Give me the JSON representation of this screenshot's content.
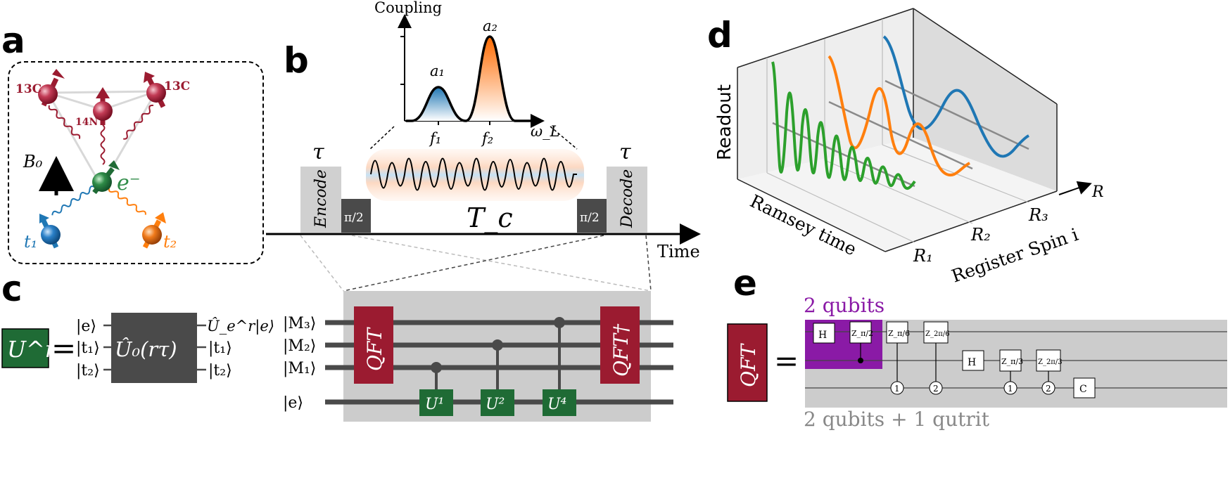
{
  "panels": {
    "a": "a",
    "b": "b",
    "c": "c",
    "d": "d",
    "e": "e"
  },
  "panel_a": {
    "c13_left": "13C",
    "c13_right": "13C",
    "n14": "14N",
    "b0": "B₀",
    "electron": "e⁻",
    "t1": "t₁",
    "t2": "t₂"
  },
  "panel_b": {
    "inset": {
      "ylabel": "Coupling",
      "peak_a1": "a₁",
      "peak_a2": "a₂",
      "tick_f1": "f₁",
      "tick_f2": "f₂",
      "xlabel": "ω_L"
    },
    "tau_left": "τ",
    "tau_right": "τ",
    "encode": "Encode",
    "decode": "Decode",
    "pi_half_left": "π/2",
    "pi_half_right": "π/2",
    "tc": "T_c",
    "time": "Time",
    "circuit": {
      "qubits": [
        "|M₃⟩",
        "|M₂⟩",
        "|M₁⟩",
        "|e⟩"
      ],
      "qft": "QFT",
      "qft_dagger": "QFT†",
      "gates": [
        "U¹",
        "U²",
        "U⁴"
      ]
    }
  },
  "panel_c": {
    "ur": "U^r",
    "equals": "=",
    "inputs": [
      "|e⟩",
      "|t₁⟩",
      "|t₂⟩"
    ],
    "box": "Û₀(rτ)",
    "outputs": [
      "Û_e^r|e⟩",
      "|t₁⟩",
      "|t₂⟩"
    ]
  },
  "panel_d": {
    "zlabel": "Readout",
    "xlabel": "Ramsey time",
    "ylabel": "Register Spin i",
    "axis_r": "R",
    "registers": [
      "R₁",
      "R₂",
      "R₃"
    ],
    "colors": {
      "r1": "#2ca02c",
      "r2": "#ff7f0e",
      "r3": "#1f77b4"
    }
  },
  "panel_e": {
    "qft": "QFT",
    "equals": "=",
    "qubits_label": "2 qubits",
    "qutrit_label": "2 qubits + 1 qutrit",
    "gates": [
      "H",
      "Z_π/2",
      "Z_π/6",
      "Z_2π/6",
      "H",
      "Z_π/3",
      "Z_2π/3",
      "C"
    ],
    "controls": [
      "1",
      "2",
      "1",
      "2"
    ]
  },
  "colors": {
    "crimson": "#9b1b30",
    "green_box": "#1f6b35",
    "dark_gray": "#4a4a4a",
    "light_gray": "#cccccc",
    "purple": "#8a1aa6",
    "blue": "#1f77b4",
    "orange": "#ff7f0e"
  }
}
